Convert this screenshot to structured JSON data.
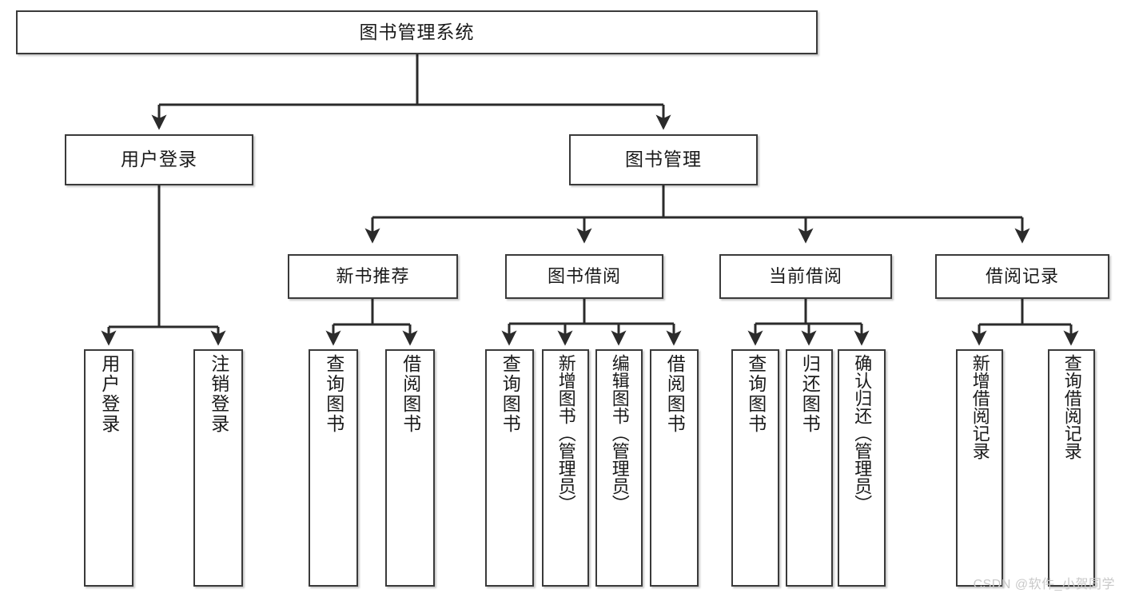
{
  "diagram": {
    "type": "tree",
    "title": "图书管理系统",
    "root": {
      "id": "root",
      "label": "图书管理系统"
    },
    "level1": [
      {
        "id": "user-login",
        "label": "用户登录"
      },
      {
        "id": "book-manage",
        "label": "图书管理"
      }
    ],
    "level2": [
      {
        "id": "new-book-rec",
        "label": "新书推荐",
        "parent": "book-manage"
      },
      {
        "id": "book-borrow",
        "label": "图书借阅",
        "parent": "book-manage"
      },
      {
        "id": "current-borrow",
        "label": "当前借阅",
        "parent": "book-manage"
      },
      {
        "id": "borrow-record",
        "label": "借阅记录",
        "parent": "book-manage"
      }
    ],
    "leaves": [
      {
        "id": "leaf-user-login",
        "label": "用户登录",
        "parent": "user-login"
      },
      {
        "id": "leaf-logout",
        "label": "注销登录",
        "parent": "user-login"
      },
      {
        "id": "leaf-query-book-1",
        "label": "查询图书",
        "parent": "new-book-rec"
      },
      {
        "id": "leaf-borrow-book-1",
        "label": "借阅图书",
        "parent": "new-book-rec"
      },
      {
        "id": "leaf-query-book-2",
        "label": "查询图书",
        "parent": "book-borrow"
      },
      {
        "id": "leaf-add-book",
        "label": "新增图书（管理员）",
        "parent": "book-borrow"
      },
      {
        "id": "leaf-edit-book",
        "label": "编辑图书（管理员）",
        "parent": "book-borrow"
      },
      {
        "id": "leaf-borrow-book-2",
        "label": "借阅图书",
        "parent": "book-borrow"
      },
      {
        "id": "leaf-query-book-3",
        "label": "查询图书",
        "parent": "current-borrow"
      },
      {
        "id": "leaf-return-book",
        "label": "归还图书",
        "parent": "current-borrow"
      },
      {
        "id": "leaf-confirm-return",
        "label": "确认归还（管理员）",
        "parent": "current-borrow"
      },
      {
        "id": "leaf-add-record",
        "label": "新增借阅记录",
        "parent": "borrow-record"
      },
      {
        "id": "leaf-query-record",
        "label": "查询借阅记录",
        "parent": "borrow-record"
      }
    ],
    "colors": {
      "border": "#3a3a3a",
      "fill": "#ffffff",
      "connector": "#2b2b2b",
      "text": "#1a1a1a",
      "watermark": "#c9c9c9"
    }
  },
  "watermark": {
    "text": "CSDN @软件_小贺同学"
  }
}
